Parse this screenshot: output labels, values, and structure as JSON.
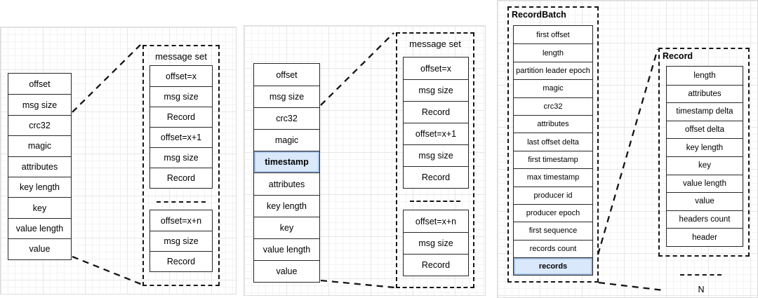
{
  "panels": {
    "v0": {
      "column_fields": [
        "offset",
        "msg size",
        "crc32",
        "magic",
        "attributes",
        "key length",
        "key",
        "value length",
        "value"
      ],
      "message_set": {
        "title": "message set",
        "group1": [
          "offset=x",
          "msg size",
          "Record",
          "offset=x+1",
          "msg size",
          "Record"
        ],
        "group2": [
          "offset=x+n",
          "msg size",
          "Record"
        ]
      }
    },
    "v1": {
      "column_fields": [
        "offset",
        "msg size",
        "crc32",
        "magic",
        "timestamp",
        "attributes",
        "key length",
        "key",
        "value length",
        "value"
      ],
      "highlighted_field": "timestamp",
      "message_set": {
        "title": "message set",
        "group1": [
          "offset=x",
          "msg size",
          "Record",
          "offset=x+1",
          "msg size",
          "Record"
        ],
        "group2": [
          "offset=x+n",
          "msg size",
          "Record"
        ]
      }
    },
    "v2": {
      "record_batch": {
        "title": "RecordBatch",
        "fields": [
          "first offset",
          "length",
          "partition leader epoch",
          "magic",
          "crc32",
          "attributes",
          "last offset delta",
          "first timestamp",
          "max timestamp",
          "producer id",
          "producer epoch",
          "first sequence",
          "records count",
          "records"
        ],
        "highlighted_field": "records"
      },
      "record": {
        "title": "Record",
        "fields": [
          "length",
          "attributes",
          "timestamp delta",
          "offset delta",
          "key length",
          "key",
          "value length",
          "value",
          "headers count",
          "header"
        ]
      },
      "repeat_label": "N"
    }
  },
  "colors": {
    "highlight_fill": "#dae8fc",
    "highlight_border": "#94b3da",
    "box_border": "#262626",
    "dashed_border": "#141414"
  }
}
